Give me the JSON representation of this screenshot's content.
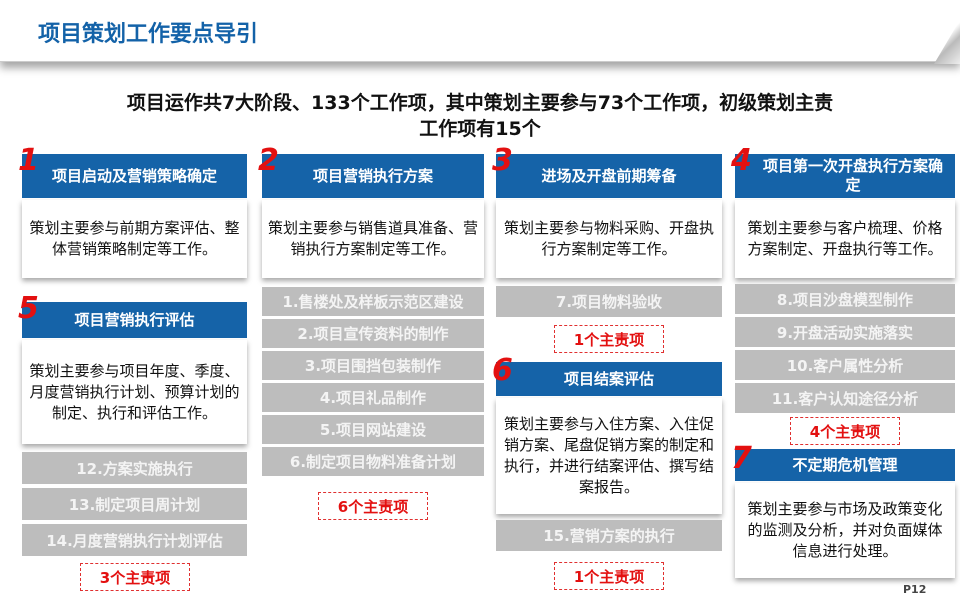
{
  "title": "项目策划工作要点导引",
  "subtitle_line1": "项目运作共7大阶段、133个工作项，其中策划主要参与73个工作项，初级策划主责",
  "subtitle_line2": "工作项有15个",
  "stages": [
    {
      "num": "1",
      "title": "项目启动及营销策略确定",
      "desc": "策划主要参与前期方案评估、整体营销策略制定等工作。"
    },
    {
      "num": "2",
      "title": "项目营销执行方案",
      "desc": "策划主要参与销售道具准备、营销执行方案制定等工作。"
    },
    {
      "num": "3",
      "title": "进场及开盘前期筹备",
      "desc": "策划主要参与物料采购、开盘执行方案制定等工作。"
    },
    {
      "num": "4",
      "title": "项目第一次开盘执行方案确定",
      "desc": "策划主要参与客户梳理、价格方案制定、开盘执行等工作。"
    },
    {
      "num": "5",
      "title": "项目营销执行评估",
      "desc": "策划主要参与项目年度、季度、月度营销执行计划、预算计划的制定、执行和评估工作。"
    },
    {
      "num": "6",
      "title": "项目结案评估",
      "desc": "策划主要参与入住方案、入住促销方案、尾盘促销方案的制定和执行，并进行结案评估、撰写结案报告。"
    },
    {
      "num": "7",
      "title": "不定期危机管理",
      "desc": "策划主要参与市场及政策变化的监测及分析，并对负面媒体信息进行处理。"
    }
  ],
  "items": [
    "1.售楼处及样板示范区建设",
    "2.项目宣传资料的制作",
    "3.项目围挡包装制作",
    "4.项目礼品制作",
    "5.项目网站建设",
    "6.制定项目物料准备计划",
    "7.项目物料验收",
    "8.项目沙盘模型制作",
    "9.开盘活动实施落实",
    "10.客户属性分析",
    "11.客户认知途径分析",
    "12.方案实施执行",
    "13.制定项目周计划",
    "14.月度营销执行计划评估",
    "15.营销方案的执行"
  ],
  "stamps": [
    "6个主责项",
    "1个主责项",
    "4个主责项",
    "3个主责项",
    "1个主责项"
  ],
  "page_number": "P12",
  "colors": {
    "header_blue": "#1563a8",
    "title_blue": "#1362a8",
    "stamp_red": "#e31010",
    "item_gray": "#bdbdbd"
  }
}
